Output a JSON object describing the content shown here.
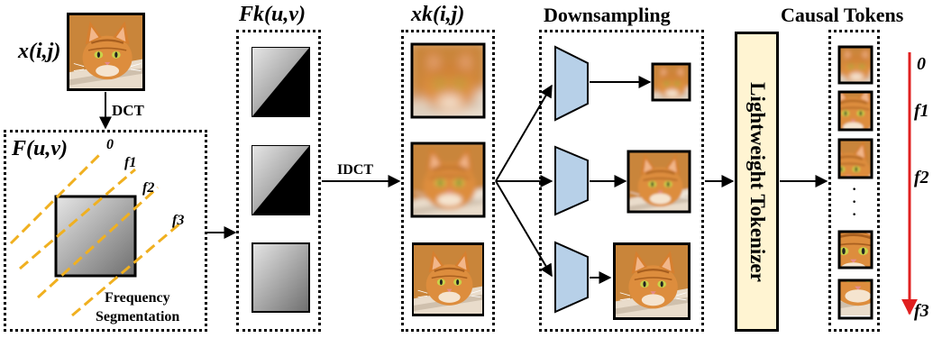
{
  "labels": {
    "input_image": "x(i,j)",
    "dct": "DCT",
    "spectrum": "F(u,v)",
    "freq_0": "0",
    "freq_1": "f1",
    "freq_2": "f2",
    "freq_3": "f3",
    "frequency_segmentation_line1": "Frequency",
    "frequency_segmentation_line2": "Segmentation",
    "band_spectra": "Fk(u,v)",
    "idct": "IDCT",
    "band_images": "xk(i,j)",
    "downsampling": "Downsampling",
    "lightweight_tokenizer": "Lightweight Tokenizer",
    "causal_tokens": "Causal Tokens",
    "ellipsis": "·\n·\n·"
  },
  "colors": {
    "band_line": "#f0b020",
    "causal_arrow": "#e02020",
    "downsampler_fill": "#b7d0e8",
    "tokenizer_fill": "#fff4d2",
    "cat_fur": "#d98a3a"
  },
  "icons": [
    "cat-image",
    "downsampler-trapezoid",
    "gradient-square"
  ]
}
